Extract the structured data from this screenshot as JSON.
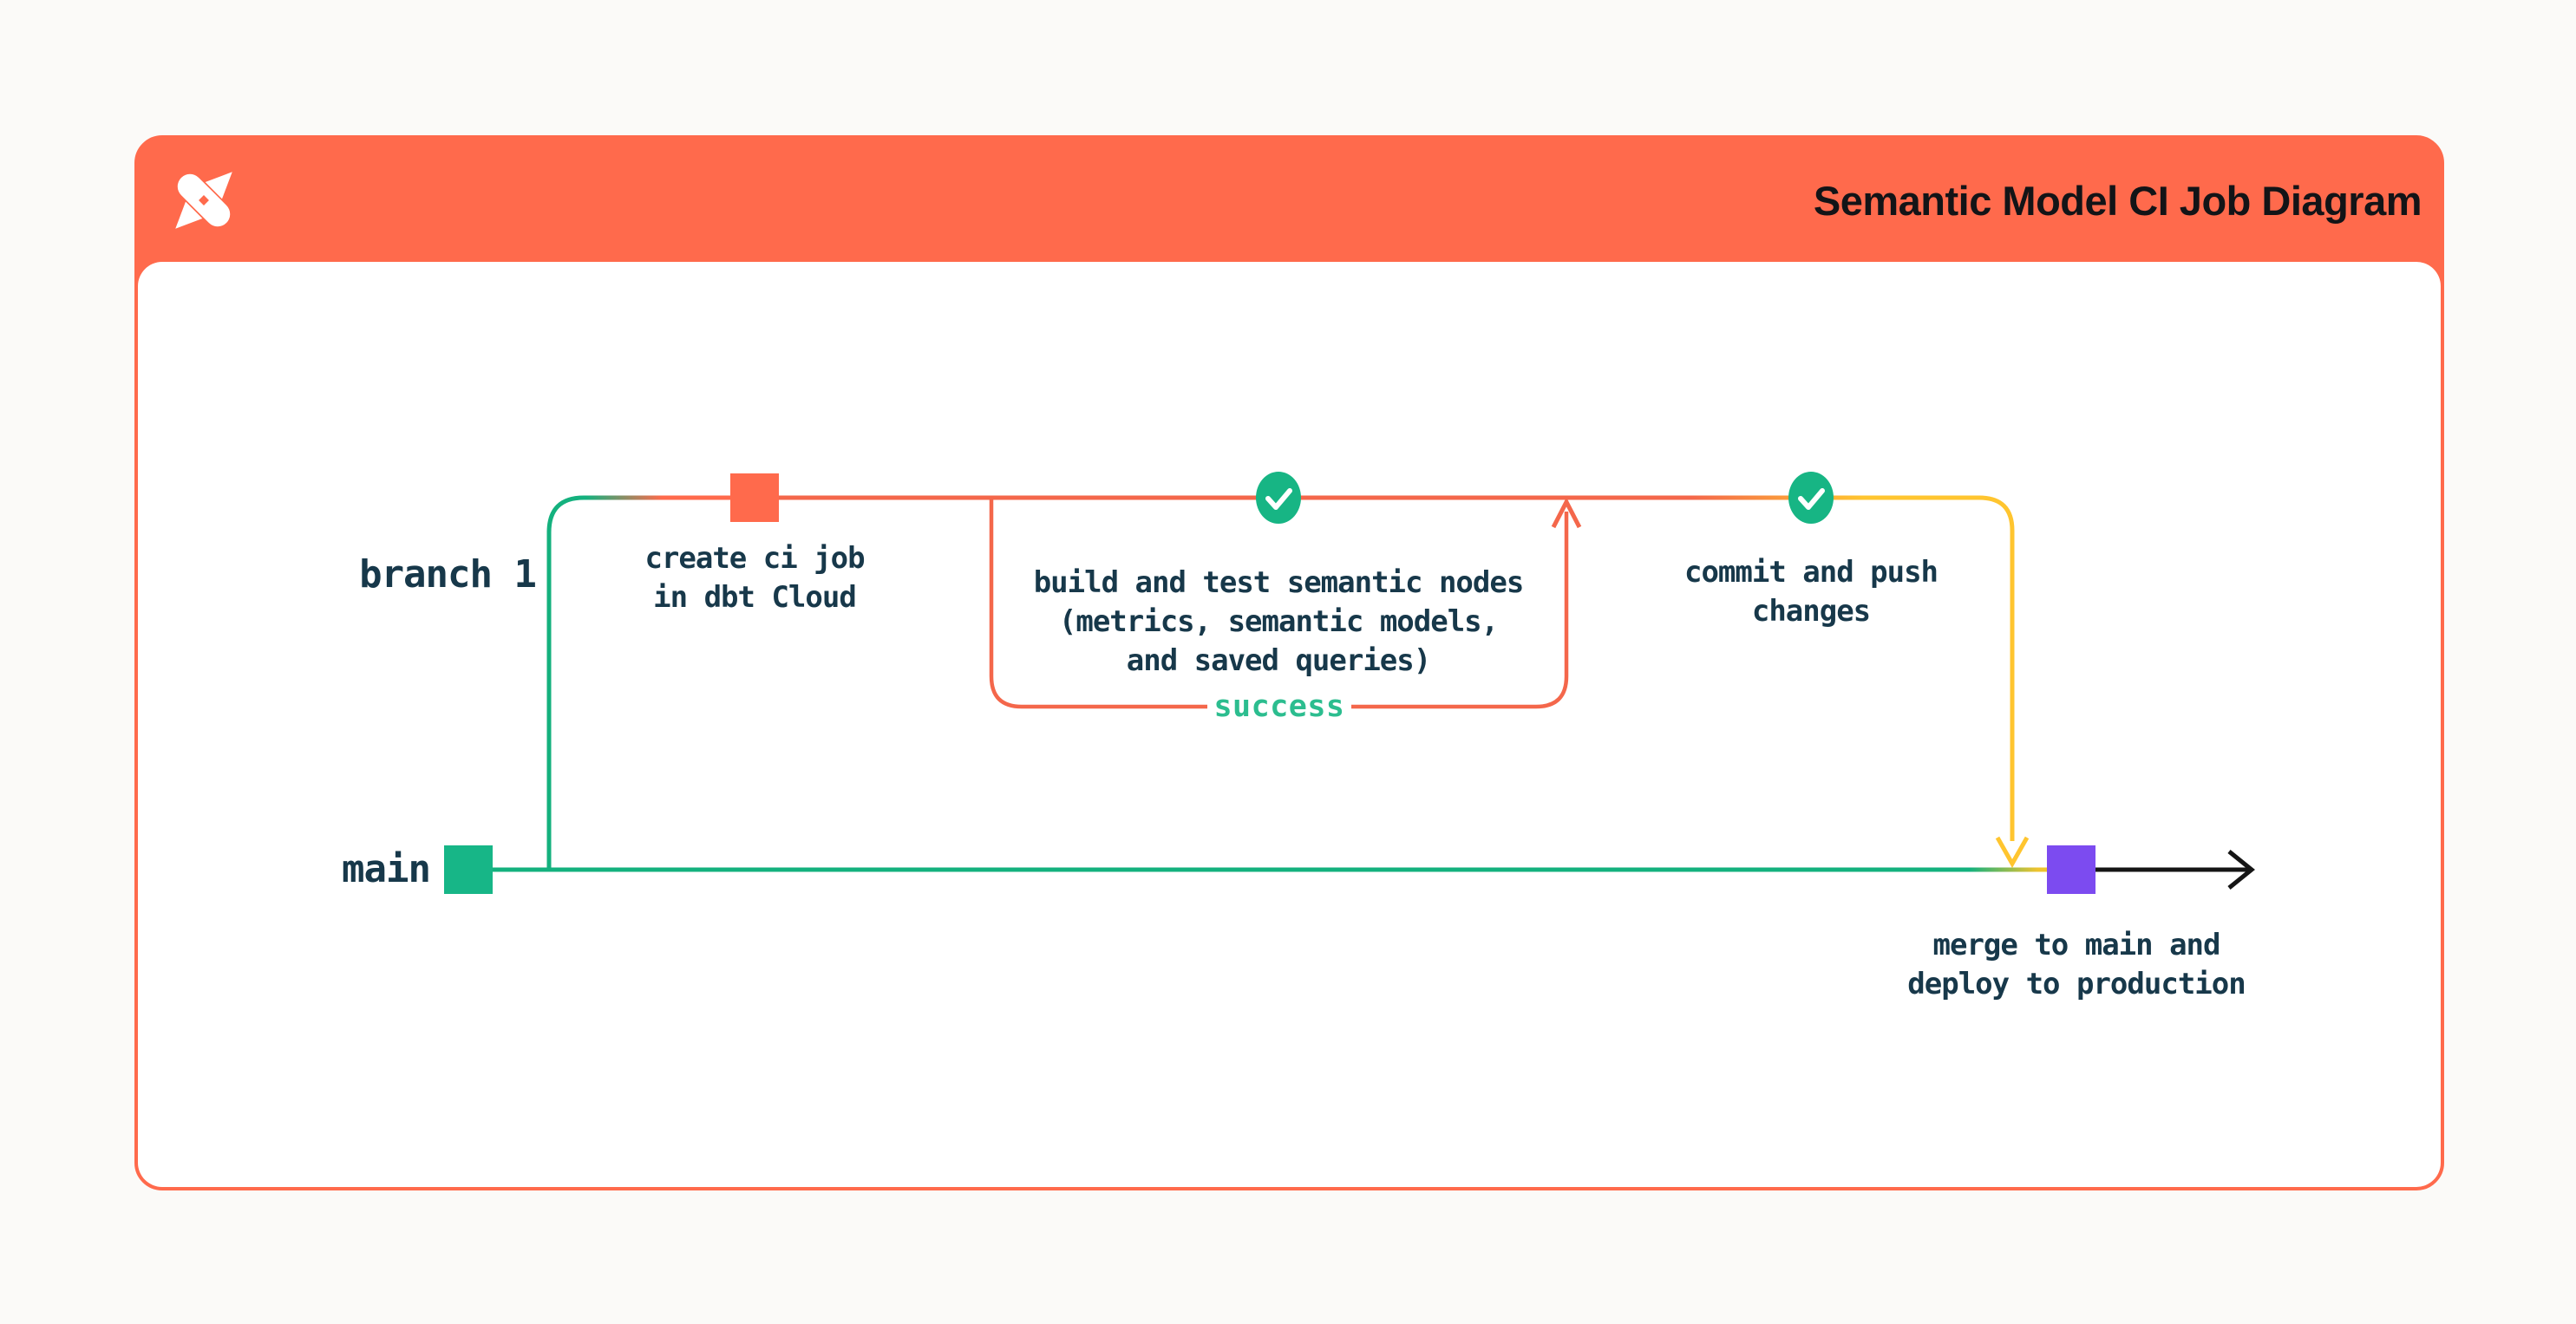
{
  "header": {
    "title": "Semantic Model CI Job Diagram",
    "logo_icon": "dbt-logo"
  },
  "diagram": {
    "branch_label": "branch 1",
    "main_label": "main",
    "success_label": "success",
    "steps": [
      {
        "id": "create-ci-job",
        "label": "create ci job\nin dbt Cloud"
      },
      {
        "id": "build-and-test",
        "label": "build and test semantic nodes\n(metrics, semantic models,\nand saved queries)"
      },
      {
        "id": "commit-push",
        "label": "commit and push\nchanges"
      },
      {
        "id": "merge-deploy",
        "label": "merge to main and\ndeploy to production"
      }
    ]
  },
  "colors": {
    "orange": "#FF6A4C",
    "orange_line": "#F4674B",
    "green_line": "#14B17E",
    "green_node": "#17B687",
    "check_green": "#17B584",
    "success_green": "#2CBD8F",
    "yellow": "#FFC52F",
    "purple": "#7C4BF0",
    "ink": "#17384A",
    "title_ink": "#131417",
    "arrow_black": "#151515",
    "card_bg": "#FFFFFF",
    "page_bg": "#FBFAF8"
  }
}
